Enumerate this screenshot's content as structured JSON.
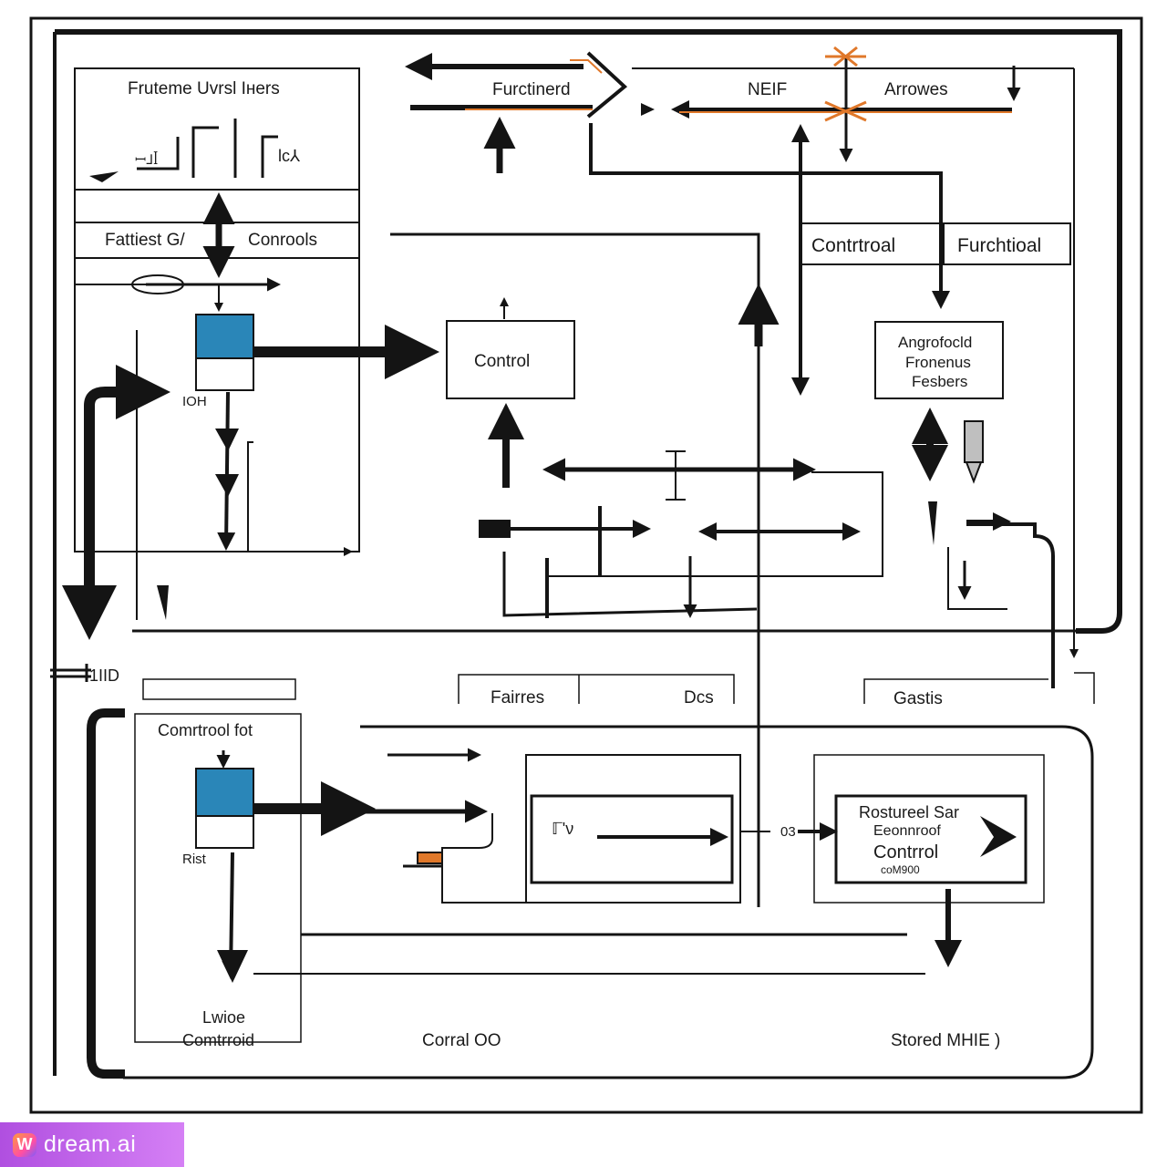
{
  "labels": {
    "top_left_title": "Fruteme Uvrsl Iнers",
    "top_left_small": "ꟷ⅃ꟾ",
    "top_left_small_right": "lᴄ⅄",
    "fattiest": "Fattiest G/",
    "controls": "Conrools",
    "ioh": "IOH",
    "furctinerd": "Furctinerd",
    "neif": "NEIF",
    "arrows": "Arrowes",
    "control_mid": "Control",
    "contrtroal": "Contrtroal",
    "furchtioal": "Furchtioal",
    "angrofocld": "Angrofocld",
    "fronenus": "Fronenus",
    "fesbers": "Fesbers",
    "io_left": "1IID",
    "fairres": "Fairres",
    "dcs": "Dcs",
    "gastis": "Gastis",
    "comrtrool_fot": "Comrtrool fot",
    "rist": "Rist",
    "prv": "ℾ'ν",
    "num_03": "03",
    "rostureel_1": "Rostureel Sar",
    "rostureel_2": "Eeonnroof",
    "rostureel_3": "Contrrol",
    "rostureel_4": "coM900",
    "lwioe": "Lwioe",
    "comtrroid": "Comtrroid",
    "corral": "Corral OO",
    "stored": "Stored MHIE )"
  },
  "watermark": {
    "logo": "W",
    "text": "dream.ai"
  },
  "colors": {
    "line": "#141414",
    "accent_blue": "#2a86b8",
    "accent_orange": "#e0782a",
    "watermark": "#c46cf0"
  }
}
